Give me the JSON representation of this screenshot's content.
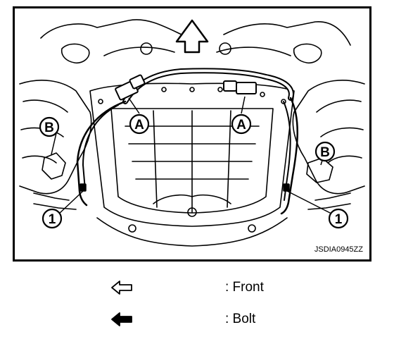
{
  "diagram": {
    "image_code": "JSDIA0945ZZ",
    "callouts": {
      "a": "A",
      "b": "B",
      "one": "1"
    }
  },
  "legend": {
    "front_label": ": Front",
    "bolt_label": ": Bolt",
    "front_icon": "outline-arrow-left-icon",
    "bolt_icon": "solid-arrow-left-icon"
  }
}
